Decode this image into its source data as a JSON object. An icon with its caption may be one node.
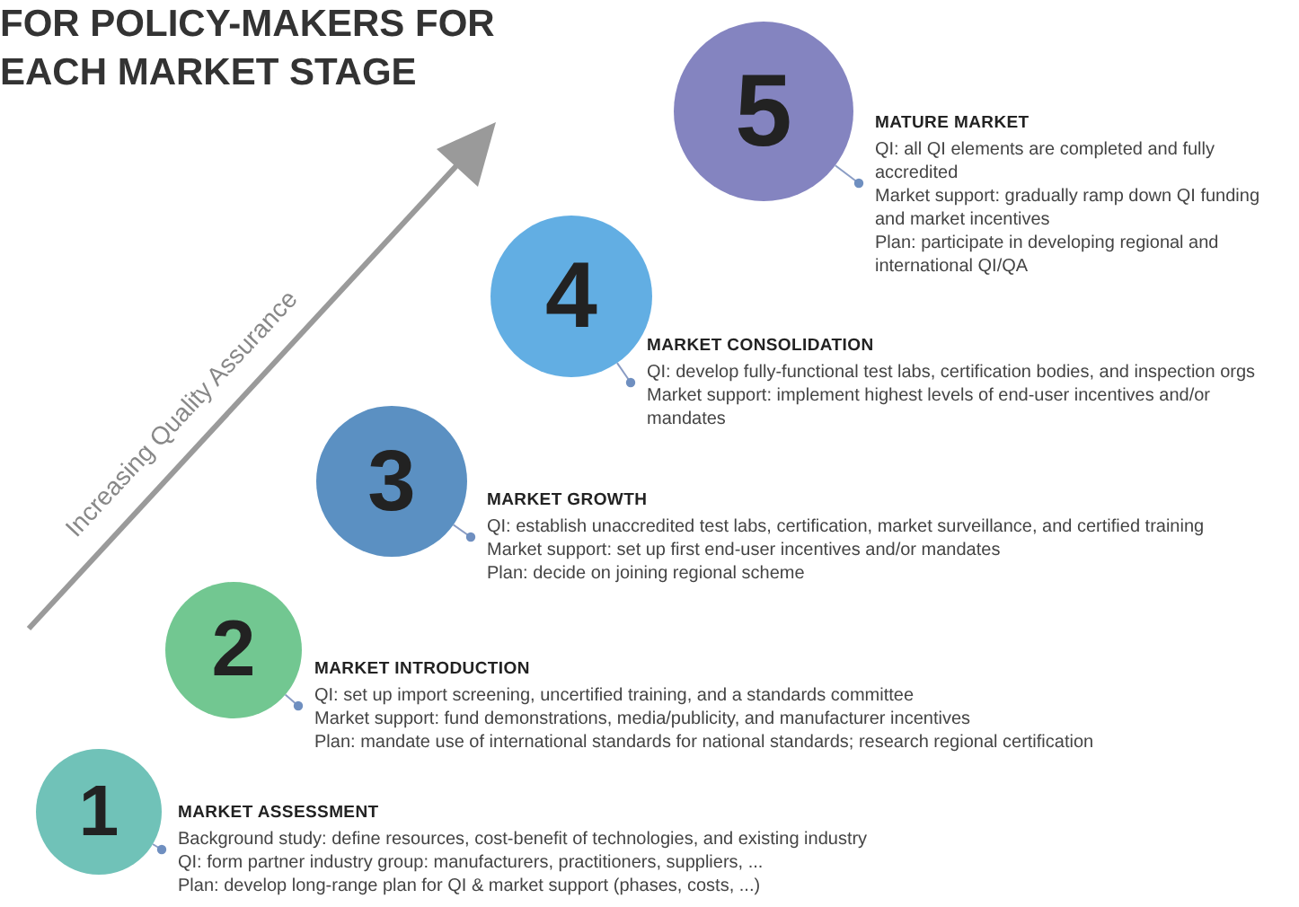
{
  "diagram": {
    "title": "FOR POLICY-MAKERS FOR EACH MARKET STAGE",
    "nodes": [
      {
        "text": [
          "5"
        ]
      },
      {
        "text": [
          "MATURE MARKET",
          "QI: all QI elements are completed and fully accredited",
          "Market support: gradually ramp down QI funding and market incentives",
          "Plan: participate in developing regional and international QI/QA"
        ]
      },
      {
        "text": [
          "4"
        ]
      },
      {
        "text": [
          "MARKET CONSOLIDATION",
          "QI: develop fully-functional test labs, certification bodies, and inspection orgs",
          "Market support: implement highest levels of end-user incentives and/or mandates"
        ]
      },
      {
        "text": [
          "3"
        ]
      },
      {
        "text": [
          "MARKET GROWTH",
          "QI: establish unaccredited test labs, certification, market surveillance, and certified training",
          "Market support: set up first end-user incentives and/or mandates",
          "Plan: decide on joining regional scheme"
        ]
      },
      {
        "text": [
          "2"
        ]
      },
      {
        "text": [
          "MARKET INTRODUCTION",
          "QI: set up import screening, uncertified training, and a standards committee",
          "Market support: fund demonstrations, media/publicity, and manufacturer incentives",
          "Plan: mandate use of international standards for national standards; research regional certification"
        ]
      },
      {
        "text": [
          "1"
        ]
      },
      {
        "text": [
          "MARKET ASSESSMENT",
          "Background study: define resources, cost-benefit of technologies, and existing industry",
          "QI: form partner industry group: manufacturers, practitioners, suppliers, ...",
          "Plan: develop long-range plan for QI & market support (phases, costs, ...)"
        ]
      }
    ],
    "edges": [
      {
        "from": 0,
        "to": 1,
        "arrow": "other"
      },
      {
        "from": 2,
        "to": 3,
        "arrow": "other"
      },
      {
        "from": 4,
        "to": 5,
        "arrow": "other"
      },
      {
        "from": 6,
        "to": 7,
        "arrow": "other"
      },
      {
        "from": 8,
        "to": 9,
        "arrow": "other"
      }
    ],
    "labels": [
      "Increasing Quality Assurance"
    ]
  }
}
